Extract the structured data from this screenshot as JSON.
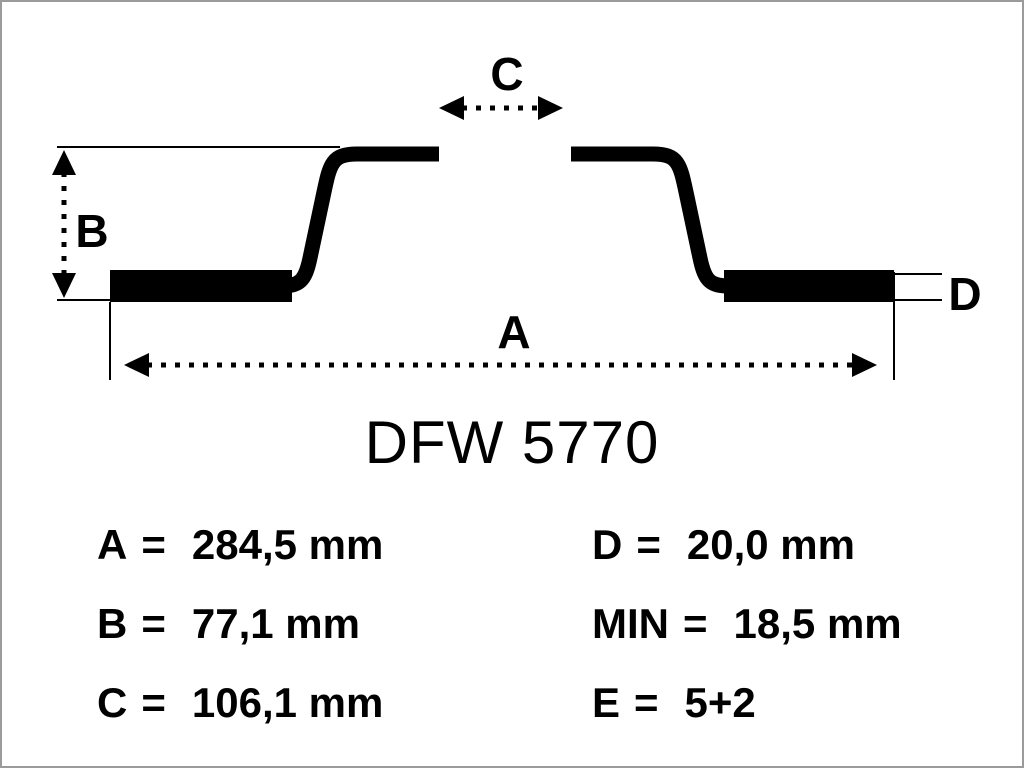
{
  "page": {
    "part_number": "DFW 5770",
    "equals": "=",
    "dimensions": {
      "a_label": "A",
      "b_label": "B",
      "c_label": "C",
      "d_label": "D"
    },
    "specs": [
      {
        "label": "A",
        "value": "284,5 mm"
      },
      {
        "label": "B",
        "value": "77,1 mm"
      },
      {
        "label": "C",
        "value": "106,1 mm"
      },
      {
        "label": "D",
        "value": "20,0 mm"
      },
      {
        "label": "MIN",
        "value": "18,5 mm"
      },
      {
        "label": "E",
        "value": "5+2"
      }
    ]
  }
}
